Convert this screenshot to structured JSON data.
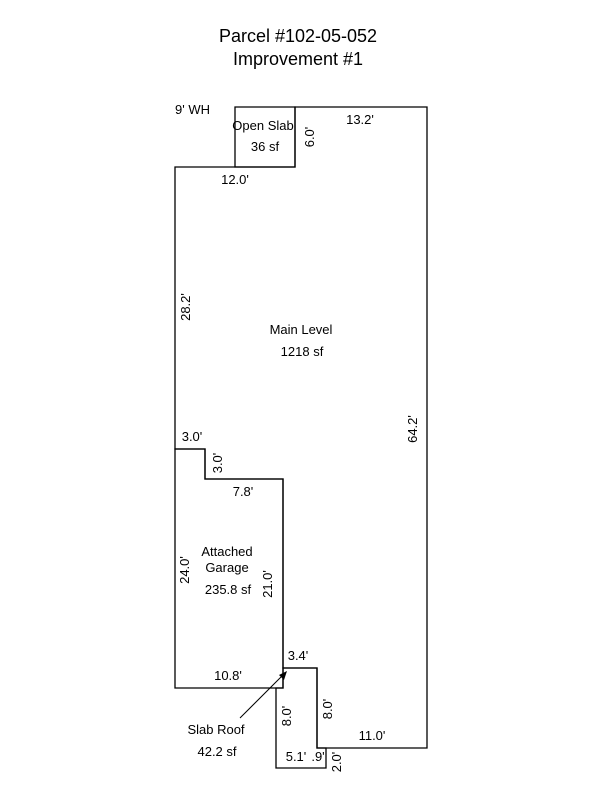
{
  "header": {
    "parcel": "Parcel #102-05-052",
    "improvement": "Improvement #1"
  },
  "note": "9' WH",
  "areas": {
    "open_slab": {
      "name": "Open Slab",
      "size": "36 sf"
    },
    "main_level": {
      "name": "Main Level",
      "size": "1218 sf"
    },
    "garage": {
      "name_line1": "Attached",
      "name_line2": "Garage",
      "size": "235.8 sf"
    },
    "slab_roof": {
      "name": "Slab Roof",
      "size": "42.2 sf"
    }
  },
  "dimensions": {
    "open_slab_side": "6.0'",
    "main_top": "13.2'",
    "open_slab_bottom": "12.0'",
    "main_left": "28.2'",
    "main_right": "64.2'",
    "step_top": "3.0'",
    "step_side": "3.0'",
    "garage_top": "7.8'",
    "garage_left": "24.0'",
    "garage_right": "21.0'",
    "garage_bottom": "10.8'",
    "jog": "3.4'",
    "slab_left": "8.0'",
    "slab_right": "8.0'",
    "bottom_right": "11.0'",
    "slab_bottom": "5.1'",
    "slab_small": ".9'",
    "slab_end": "2.0'"
  }
}
